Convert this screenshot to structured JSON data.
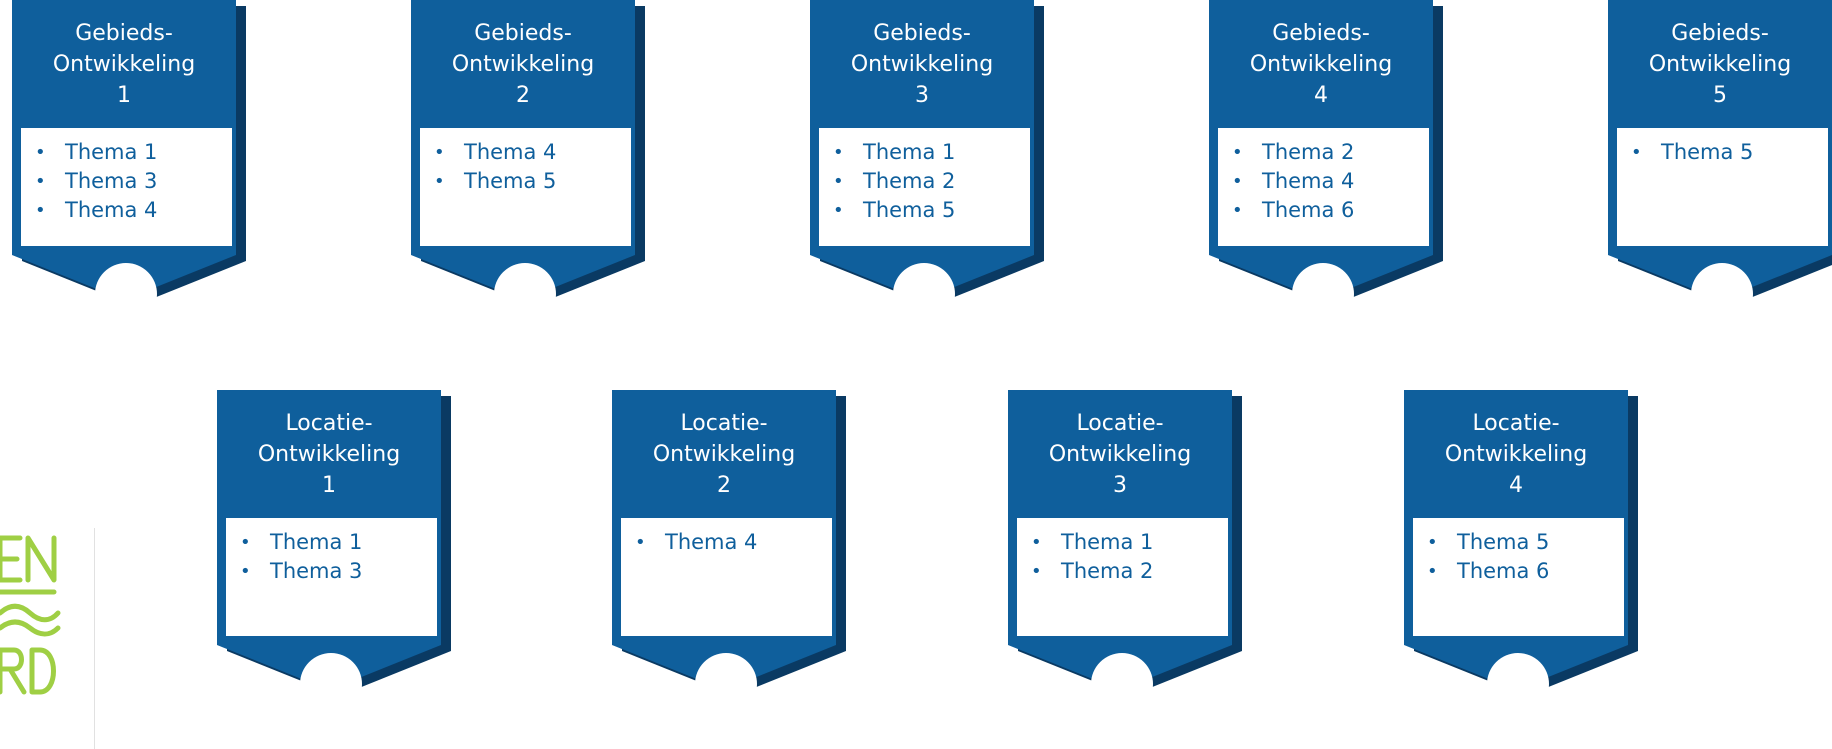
{
  "gebieds": [
    {
      "title_line1": "Gebieds-",
      "title_line2": "Ontwikkeling",
      "number": "1",
      "themes": [
        "Thema 1",
        "Thema 3",
        "Thema 4"
      ]
    },
    {
      "title_line1": "Gebieds-",
      "title_line2": "Ontwikkeling",
      "number": "2",
      "themes": [
        "Thema 4",
        "Thema 5"
      ]
    },
    {
      "title_line1": "Gebieds-",
      "title_line2": "Ontwikkeling",
      "number": "3",
      "themes": [
        "Thema 1",
        "Thema 2",
        "Thema 5"
      ]
    },
    {
      "title_line1": "Gebieds-",
      "title_line2": "Ontwikkeling",
      "number": "4",
      "themes": [
        "Thema 2",
        "Thema 4",
        "Thema 6"
      ]
    },
    {
      "title_line1": "Gebieds-",
      "title_line2": "Ontwikkeling",
      "number": "5",
      "themes": [
        "Thema 5"
      ]
    }
  ],
  "locatie": [
    {
      "title_line1": "Locatie-",
      "title_line2": "Ontwikkeling",
      "number": "1",
      "themes": [
        "Thema 1",
        "Thema 3"
      ]
    },
    {
      "title_line1": "Locatie-",
      "title_line2": "Ontwikkeling",
      "number": "2",
      "themes": [
        "Thema 4"
      ]
    },
    {
      "title_line1": "Locatie-",
      "title_line2": "Ontwikkeling",
      "number": "3",
      "themes": [
        "Thema 1",
        "Thema 2"
      ]
    },
    {
      "title_line1": "Locatie-",
      "title_line2": "Ontwikkeling",
      "number": "4",
      "themes": [
        "Thema 5",
        "Thema 6"
      ]
    }
  ],
  "logo": {
    "letters": "EN RD",
    "colors": {
      "accent": "#9fcf44",
      "primary": "#0f5f9c",
      "shadow": "#0a3a63",
      "panel": "#ffffff"
    }
  }
}
